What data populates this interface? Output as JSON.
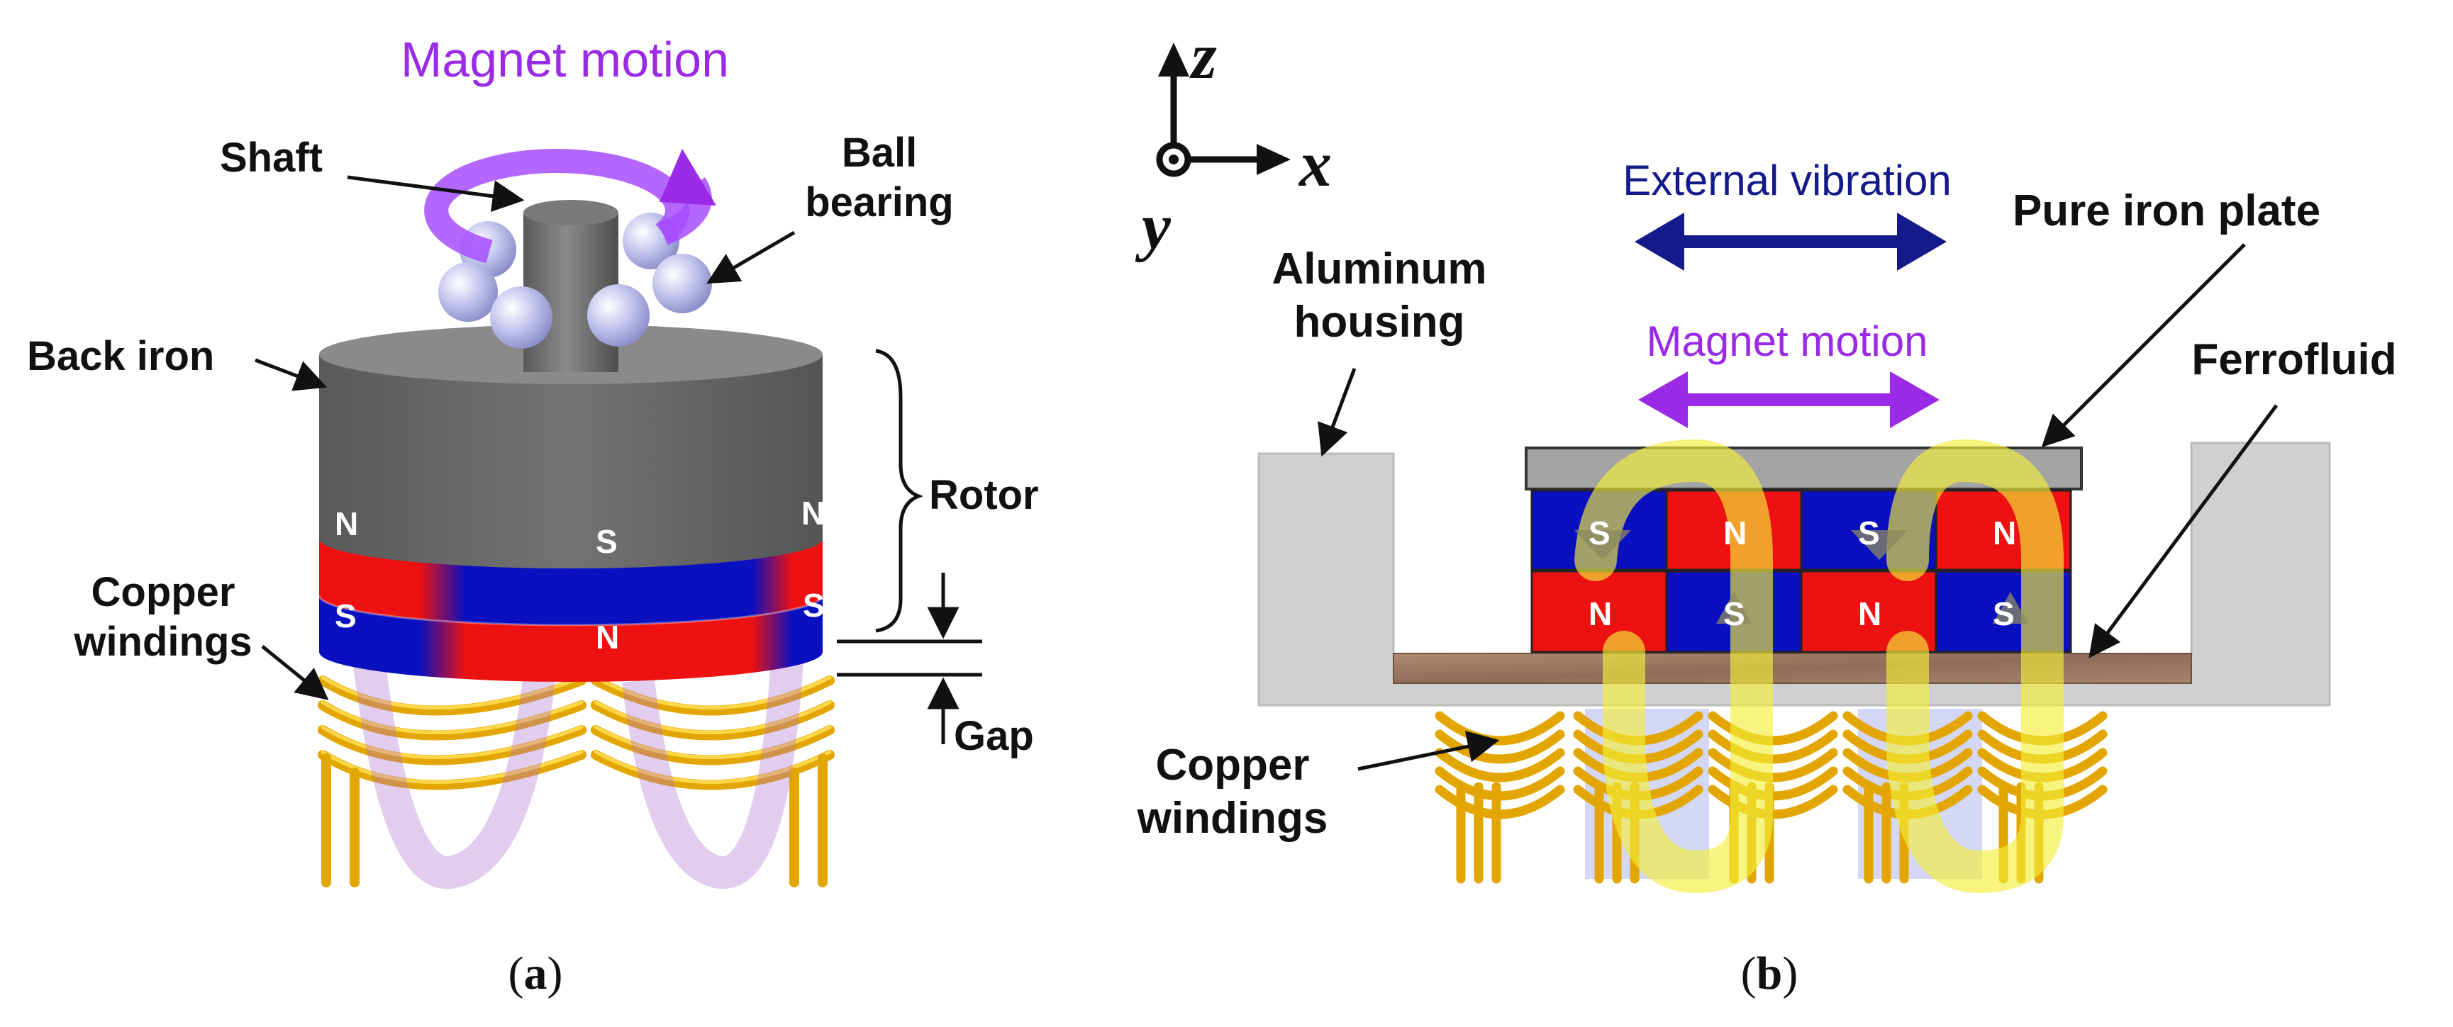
{
  "panel_a": {
    "magnet_motion": "Magnet motion",
    "shaft": "Shaft",
    "ball_bearing_1": "Ball",
    "ball_bearing_2": "bearing",
    "back_iron": "Back iron",
    "rotor": "Rotor",
    "copper_windings_1": "Copper",
    "copper_windings_2": "windings",
    "gap": "Gap",
    "poles_top": [
      "N",
      "S",
      "N"
    ],
    "poles_bottom": [
      "S",
      "N",
      "S"
    ],
    "caption_open": "(",
    "caption_letter": "a",
    "caption_close": ")"
  },
  "panel_b": {
    "axis_z": "z",
    "axis_x": "x",
    "axis_y": "y",
    "external_vibration": "External vibration",
    "pure_iron_plate": "Pure iron plate",
    "aluminum_housing_1": "Aluminum",
    "aluminum_housing_2": "housing",
    "magnet_motion": "Magnet motion",
    "ferrofluid": "Ferrofluid",
    "copper_windings_1": "Copper",
    "copper_windings_2": "windings",
    "poles_top": [
      "S",
      "N",
      "S",
      "N"
    ],
    "poles_bottom": [
      "N",
      "S",
      "N",
      "S"
    ],
    "caption_open": "(",
    "caption_letter": "b",
    "caption_close": ")"
  },
  "colors": {
    "north": "#ee1111",
    "south": "#0a10c0",
    "motion": "#9a2ae6",
    "vibration": "#141a8a",
    "copper": "#f0b800",
    "iron": "#6b6b6b",
    "housing": "#d0d0d0",
    "ferrofluid": "#9c7a66",
    "flux": "#f2ee3a"
  }
}
